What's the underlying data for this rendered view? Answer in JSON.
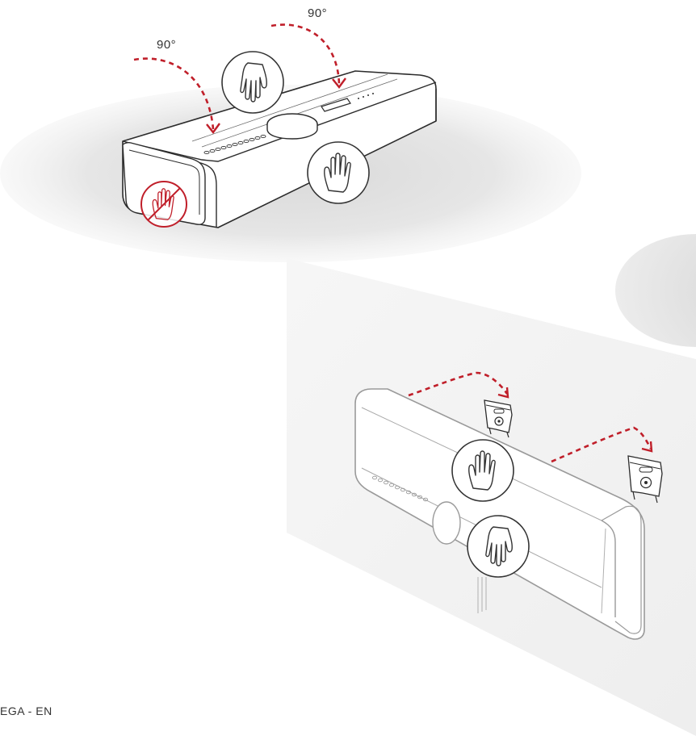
{
  "labels": {
    "angle_left": "90°",
    "angle_right": "90°"
  },
  "footer": {
    "text": "EGA - EN"
  },
  "colors": {
    "accent_arrow": "#c01f2a",
    "outline": "#333333",
    "outline_light": "#9a9a9a",
    "floor_shadow": "#e4e4e4",
    "wall": "#f3f3f3",
    "no_touch": "#c01f2a"
  },
  "icons": [
    "hand-icon",
    "no-touch-hand-icon",
    "rotate-arrow-icon",
    "wall-bracket-icon"
  ]
}
